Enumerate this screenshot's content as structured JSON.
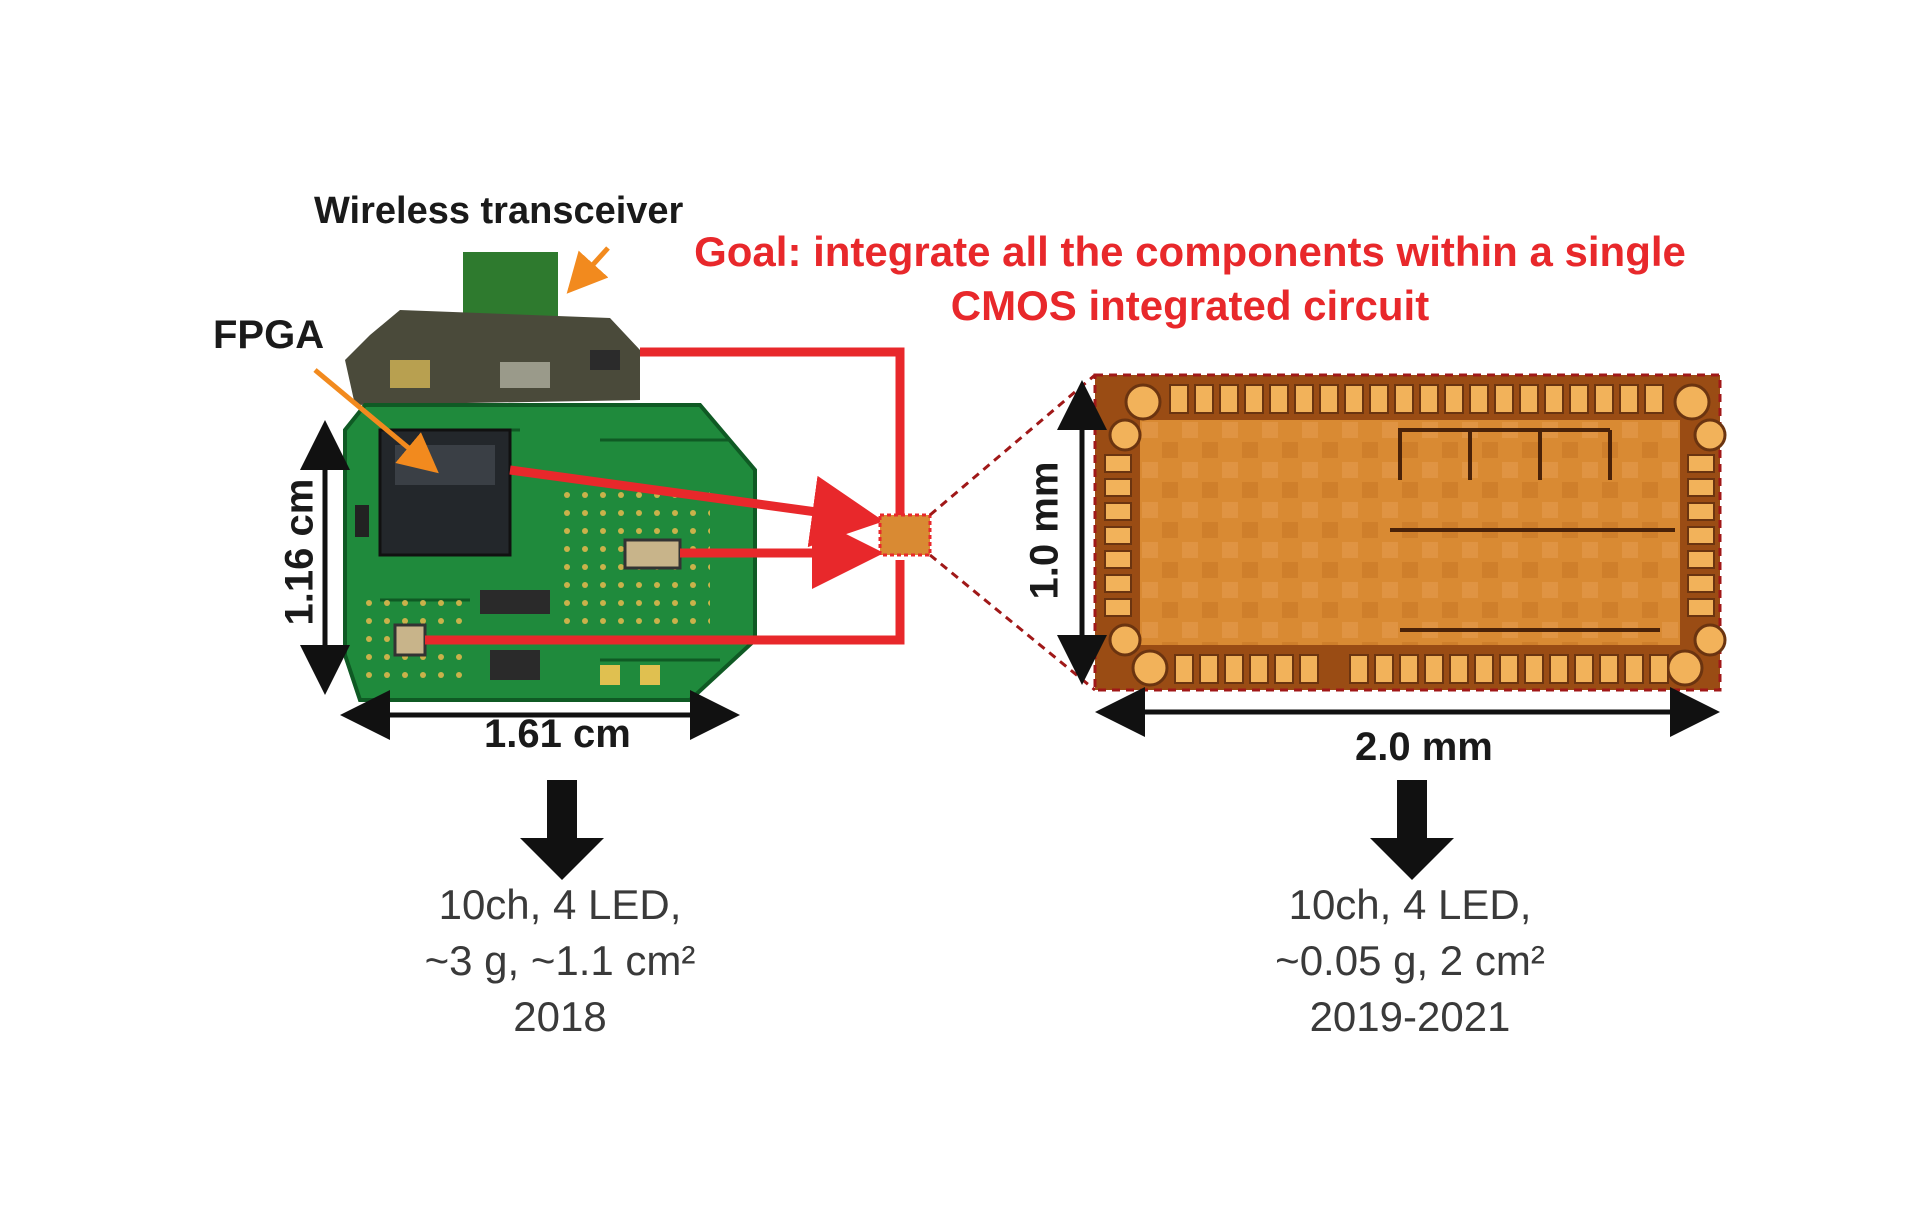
{
  "labels": {
    "wireless_transceiver": "Wireless transceiver",
    "fpga": "FPGA",
    "pcb_height": "1.16 cm",
    "pcb_width": "1.61 cm",
    "chip_height": "1.0 mm",
    "chip_width": "2.0 mm"
  },
  "goal": {
    "line1": "Goal: integrate all the components within a single",
    "line2": "CMOS integrated circuit"
  },
  "left_spec": {
    "line1": "10ch, 4 LED,",
    "line2": "~3 g, ~1.1 cm²",
    "line3": "2018"
  },
  "right_spec": {
    "line1": "10ch, 4 LED,",
    "line2": "~0.05 g, 2 cm²",
    "line3": "2019-2021"
  },
  "colors": {
    "pcb_green": "#1f8a3c",
    "pcb_dark": "#0f5a24",
    "connector_red": "#e8282b",
    "pointer_orange": "#f28a1e",
    "chip_orange": "#d9852a",
    "chip_pad": "#f2b25a",
    "goal_text": "#e8282b"
  }
}
